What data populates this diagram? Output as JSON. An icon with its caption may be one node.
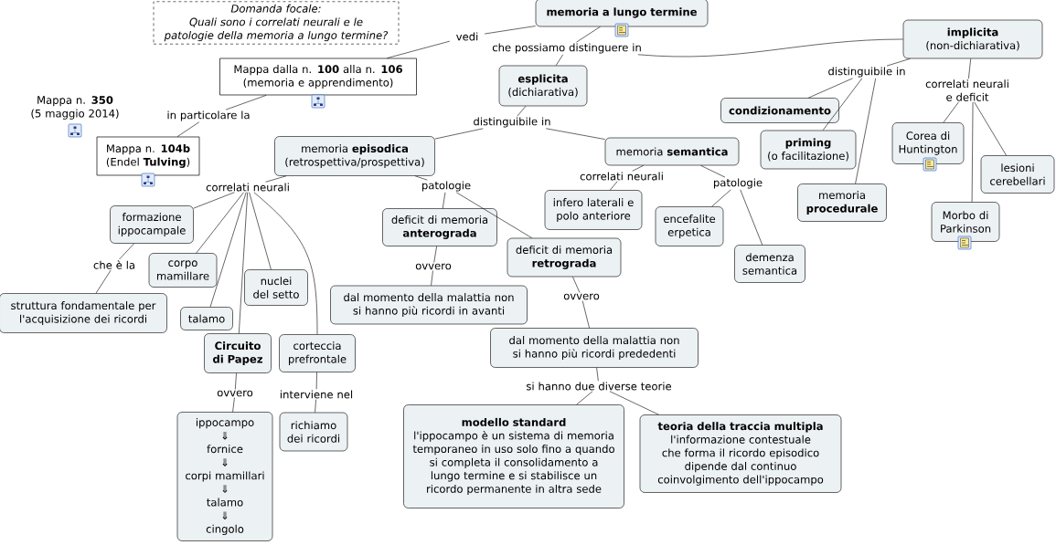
{
  "diagram": {
    "nodes": [
      {
        "text": [
          "Domanda focale:",
          "Quali sono i correlati neurali e le patologie della memoria a lungo termine?"
        ]
      },
      {
        "text": [
          "memoria a lungo termine"
        ]
      },
      {
        "text": [
          "vedi"
        ]
      },
      {
        "text": [
          "Mappa dalla n. **100** alla n. **106**",
          "(memoria e apprendimento)"
        ]
      },
      {
        "text": [
          "in particolare la"
        ]
      },
      {
        "text": [
          "Mappa n. **104b**",
          "(Endel **Tulving**)"
        ]
      },
      {
        "text": [
          "che possiamo distinguere in"
        ]
      },
      {
        "text": [
          "esplicita",
          "(dichiarativa)"
        ]
      },
      {
        "text": [
          "implicita",
          "(non-dichiarativa)"
        ]
      },
      {
        "text": [
          "distinguibile in"
        ]
      },
      {
        "text": [
          "memoria **episodica**",
          "(retrospettiva/prospettiva)"
        ]
      },
      {
        "text": [
          "memoria **semantica**"
        ]
      },
      {
        "text": [
          "distinguibile in"
        ]
      },
      {
        "text": [
          "condizionamento"
        ]
      },
      {
        "text": [
          "priming",
          "(o facilitazione)"
        ]
      },
      {
        "text": [
          "memoria **procedurale**"
        ]
      },
      {
        "text": [
          "correlati neurali e deficit"
        ]
      },
      {
        "text": [
          "Corea di Huntington"
        ]
      },
      {
        "text": [
          "lesioni cerebellari"
        ]
      },
      {
        "text": [
          "Morbo di Parkinson"
        ]
      },
      {
        "text": [
          "correlati neurali"
        ]
      },
      {
        "text": [
          "formazione ippocampale"
        ]
      },
      {
        "text": [
          "che è la"
        ]
      },
      {
        "text": [
          "struttura fondamentale per l'acquisizione dei ricordi"
        ]
      },
      {
        "text": [
          "corpo mamillare"
        ]
      },
      {
        "text": [
          "talamo"
        ]
      },
      {
        "text": [
          "Circuito di Papez"
        ]
      },
      {
        "text": [
          "nuclei del setto"
        ]
      },
      {
        "text": [
          "corteccia prefrontale"
        ]
      },
      {
        "text": [
          "ovvero"
        ]
      },
      {
        "text": [
          "ippocampo",
          "⇓",
          "fornice",
          "⇓",
          "corpi mamillari",
          "⇓",
          "talamo",
          "⇓",
          "cingolo"
        ]
      },
      {
        "text": [
          "interviene nel"
        ]
      },
      {
        "text": [
          "richiamo dei ricordi"
        ]
      },
      {
        "text": [
          "patologie"
        ]
      },
      {
        "text": [
          "deficit di memoria **anterograda**"
        ]
      },
      {
        "text": [
          "deficit di memoria **retrograda**"
        ]
      },
      {
        "text": [
          "ovvero"
        ]
      },
      {
        "text": [
          "dal momento della malattia non si hanno più ricordi in avanti"
        ]
      },
      {
        "text": [
          "ovvero"
        ]
      },
      {
        "text": [
          "dal momento della malattia non si hanno più ricordi prededenti"
        ]
      },
      {
        "text": [
          "si hanno due diverse teorie"
        ]
      },
      {
        "text": [
          "modello standard",
          "l'ippocampo è un sistema di memoria temporaneo in uso solo fino a quando si completa il consolidamento a lungo termine e si stabilisce un ricordo permanente in altra sede"
        ]
      },
      {
        "text": [
          "teoria della traccia multipla",
          "l'informazione contestuale che forma il ricordo episodico dipende dal continuo coinvolgimento dell'ippocampo"
        ]
      },
      {
        "text": [
          "correlati neurali"
        ]
      },
      {
        "text": [
          "infero laterali e polo anteriore"
        ]
      },
      {
        "text": [
          "patologie"
        ]
      },
      {
        "text": [
          "encefalite erpetica"
        ]
      },
      {
        "text": [
          "demenza semantica"
        ]
      }
    ],
    "edges": [
      {
        "from": 1,
        "to": 2,
        "arrow": "none"
      },
      {
        "from": 2,
        "to": 3,
        "arrow": "none"
      },
      {
        "from": 3,
        "to": 4,
        "arrow": "none"
      },
      {
        "from": 4,
        "to": 5,
        "arrow": "none"
      },
      {
        "from": 1,
        "to": 6,
        "arrow": "none"
      },
      {
        "from": 6,
        "to": 7,
        "arrow": "none"
      },
      {
        "from": 6,
        "to": 8,
        "arrow": "none"
      },
      {
        "from": 7,
        "to": 9,
        "arrow": "none"
      },
      {
        "from": 9,
        "to": 10,
        "arrow": "none"
      },
      {
        "from": 9,
        "to": 11,
        "arrow": "none"
      },
      {
        "from": 8,
        "to": 12,
        "arrow": "none"
      },
      {
        "from": 12,
        "to": 13,
        "arrow": "none"
      },
      {
        "from": 12,
        "to": 14,
        "arrow": "none"
      },
      {
        "from": 12,
        "to": 15,
        "arrow": "none"
      },
      {
        "from": 8,
        "to": 16,
        "arrow": "none"
      },
      {
        "from": 16,
        "to": 17,
        "arrow": "none"
      },
      {
        "from": 16,
        "to": 18,
        "arrow": "none"
      },
      {
        "from": 16,
        "to": 19,
        "arrow": "none"
      },
      {
        "from": 10,
        "to": 20,
        "arrow": "none"
      },
      {
        "from": 20,
        "to": 21,
        "arrow": "none"
      },
      {
        "from": 20,
        "to": 24,
        "arrow": "none"
      },
      {
        "from": 20,
        "to": 25,
        "arrow": "none"
      },
      {
        "from": 20,
        "to": 26,
        "arrow": "none"
      },
      {
        "from": 20,
        "to": 27,
        "arrow": "none"
      },
      {
        "from": 20,
        "to": 28,
        "arrow": "none"
      },
      {
        "from": 21,
        "to": 22,
        "arrow": "none"
      },
      {
        "from": 22,
        "to": 23,
        "arrow": "none"
      },
      {
        "from": 26,
        "to": 29,
        "arrow": "none"
      },
      {
        "from": 29,
        "to": 30,
        "arrow": "none"
      },
      {
        "from": 28,
        "to": 31,
        "arrow": "none"
      },
      {
        "from": 31,
        "to": 32,
        "arrow": "none"
      },
      {
        "from": 10,
        "to": 33,
        "arrow": "none"
      },
      {
        "from": 33,
        "to": 34,
        "arrow": "none"
      },
      {
        "from": 33,
        "to": 35,
        "arrow": "none"
      },
      {
        "from": 34,
        "to": 36,
        "arrow": "none"
      },
      {
        "from": 36,
        "to": 37,
        "arrow": "none"
      },
      {
        "from": 35,
        "to": 38,
        "arrow": "none"
      },
      {
        "from": 38,
        "to": 39,
        "arrow": "none"
      },
      {
        "from": 39,
        "to": 40,
        "arrow": "none"
      },
      {
        "from": 40,
        "to": 41,
        "arrow": "none"
      },
      {
        "from": 40,
        "to": 42,
        "arrow": "none"
      },
      {
        "from": 11,
        "to": 43,
        "arrow": "none"
      },
      {
        "from": 43,
        "to": 44,
        "arrow": "none"
      },
      {
        "from": 11,
        "to": 45,
        "arrow": "none"
      },
      {
        "from": 45,
        "to": 46,
        "arrow": "none"
      },
      {
        "from": 45,
        "to": 47,
        "arrow": "none"
      }
    ],
    "labels": [
      "Mappa n. **350** (5 maggio 2014)"
    ]
  }
}
